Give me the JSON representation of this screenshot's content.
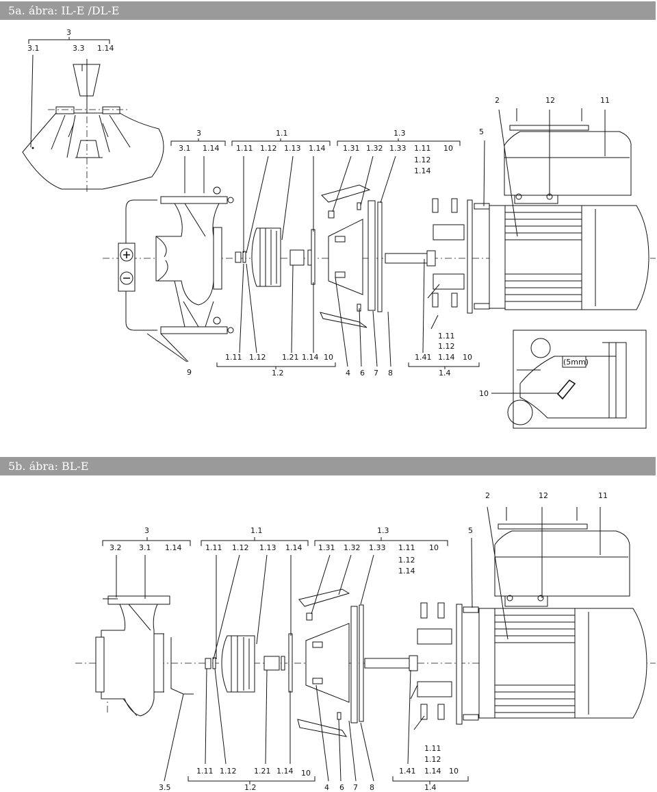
{
  "sections": {
    "a": {
      "title": "5a. ábra: IL-E /DL-E"
    },
    "b": {
      "title": "5b. ábra: BL-E"
    }
  },
  "a_labels": {
    "inset_group": "3",
    "inset_l1": "3.1",
    "inset_l2": "3.3",
    "inset_l3": "1.14",
    "g3": "3",
    "g3a": "3.1",
    "g3b": "1.14",
    "g11": "1.1",
    "g11a": "1.11",
    "g11b": "1.12",
    "g11c": "1.13",
    "g11d": "1.14",
    "g13": "1.3",
    "g13a": "1.31",
    "g13b": "1.32",
    "g13c": "1.33",
    "g13d": "1.11",
    "g13e": "10",
    "g13f": "1.12",
    "g13g": "1.14",
    "n2": "2",
    "n12": "12",
    "n11": "11",
    "n5": "5",
    "b1": "1.11",
    "b2": "1.12",
    "b3": "1.21",
    "b4": "1.14",
    "b5": "10",
    "b_group": "1.2",
    "n9": "9",
    "n4": "4",
    "n6": "6",
    "n7": "7",
    "n8": "8",
    "c1": "1.11",
    "c2": "1.12",
    "c3": "1.41",
    "c4": "1.14",
    "c5": "10",
    "c_group": "1.4",
    "detail_label": "10",
    "detail_note": "(5mm)"
  },
  "b_labels": {
    "n2": "2",
    "n12": "12",
    "n11": "11",
    "n5": "5",
    "g3": "3",
    "g3a": "3.2",
    "g3b": "3.1",
    "g3c": "1.14",
    "g11": "1.1",
    "g11a": "1.11",
    "g11b": "1.12",
    "g11c": "1.13",
    "g11d": "1.14",
    "g13": "1.3",
    "g13a": "1.31",
    "g13b": "1.32",
    "g13c": "1.33",
    "g13d": "1.11",
    "g13e": "10",
    "g13f": "1.12",
    "g13g": "1.14",
    "b1": "1.11",
    "b2": "1.12",
    "b3": "1.21",
    "b4": "1.14",
    "b5": "10",
    "b_group": "1.2",
    "n35": "3.5",
    "n4": "4",
    "n6": "6",
    "n7": "7",
    "n8": "8",
    "c1": "1.11",
    "c2": "1.12",
    "c3": "1.41",
    "c4": "1.14",
    "c5": "10",
    "c_group": "1.4"
  }
}
